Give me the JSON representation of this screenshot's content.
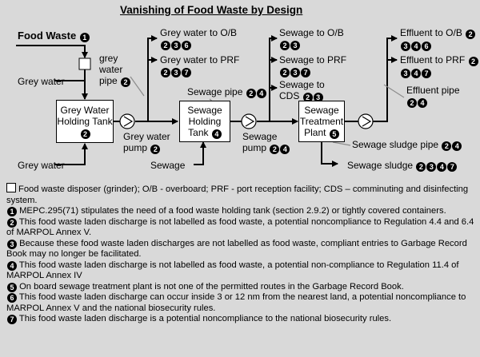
{
  "title": "Vanishing of Food Waste by Design",
  "labels": {
    "food_waste": {
      "text": "Food Waste",
      "nums": [
        "1"
      ]
    },
    "grey_water_in": {
      "text": "Grey water"
    },
    "grey_water_bottom": {
      "text": "Grey water"
    },
    "grey_water_pipe": {
      "text": "grey water pipe",
      "nums": [
        "2"
      ]
    },
    "gw_ob": {
      "text": "Grey water to O/B",
      "nums": [
        "2",
        "3",
        "6"
      ]
    },
    "gw_prf": {
      "text": "Grey water to PRF",
      "nums": [
        "2",
        "3",
        "7"
      ]
    },
    "gw_pump": {
      "text": "Grey water pump",
      "nums": [
        "2"
      ]
    },
    "sewage_pipe": {
      "text": "Sewage pipe",
      "nums": [
        "2",
        "4"
      ]
    },
    "sewage_in": {
      "text": "Sewage"
    },
    "sew_ob": {
      "text": "Sewage to O/B",
      "nums": [
        "2",
        "3"
      ]
    },
    "sew_prf": {
      "text": "Sewage to PRF",
      "nums": [
        "2",
        "3",
        "7"
      ]
    },
    "sew_cds": {
      "text": "Sewage to CDS",
      "nums": [
        "2",
        "3"
      ]
    },
    "sew_pump": {
      "text": "Sewage pump",
      "nums": [
        "2",
        "4"
      ]
    },
    "eff_ob": {
      "text": "Effluent to O/B",
      "nums": [
        "2",
        "3",
        "4",
        "6"
      ]
    },
    "eff_prf": {
      "text": "Effluent to PRF",
      "nums": [
        "2",
        "3",
        "4",
        "7"
      ]
    },
    "eff_pipe": {
      "text": "Effluent pipe",
      "nums": [
        "2",
        "4"
      ]
    },
    "sludge_pipe": {
      "text": "Sewage sludge pipe",
      "nums": [
        "2",
        "4"
      ]
    },
    "sludge": {
      "text": "Sewage sludge",
      "nums": [
        "2",
        "3",
        "4",
        "7"
      ]
    }
  },
  "boxes": {
    "gw_tank": {
      "text": "Grey Water Holding Tank",
      "nums": [
        "2"
      ]
    },
    "sew_tank": {
      "text": "Sewage Holding Tank",
      "nums": [
        "4"
      ]
    },
    "stp": {
      "text": "Sewage Treatment Plant",
      "nums": [
        "5"
      ]
    }
  },
  "legend": {
    "disposer": "Food waste disposer (grinder); O/B - overboard; PRF - port reception facility; CDS – comminuting and disinfecting system.",
    "notes": [
      {
        "num": "1",
        "text": "MEPC.295(71) stipulates the need of a food waste holding  tank (section 2.9.2) or tightly covered containers."
      },
      {
        "num": "2",
        "text": "This food waste laden discharge is not labelled  as food waste, a potential noncompliance to Regulation 4.4 and 6.4 of MARPOL Annex V."
      },
      {
        "num": "3",
        "text": "Because these food waste laden discharges are not labelled  as food waste, compliant entries to Garbage Record Book may no longer be facilitated."
      },
      {
        "num": "4",
        "text": "This food waste laden discharge is not labelled as food waste, a potential non-compliance to Regulation 11.4 of MARPOL Annex IV"
      },
      {
        "num": "5",
        "text": "On board sewage treatment plant is not one of the permitted routes in the Garbage Record Book."
      },
      {
        "num": "6",
        "text": "This food waste laden discharge can occur inside 3 or 12 nm from the nearest land, a potential noncompliance to MARPOL Annex V and the national biosecurity rules."
      },
      {
        "num": "7",
        "text": "This food waste laden discharge is a potential noncompliance to the national biosecurity rules."
      }
    ]
  }
}
